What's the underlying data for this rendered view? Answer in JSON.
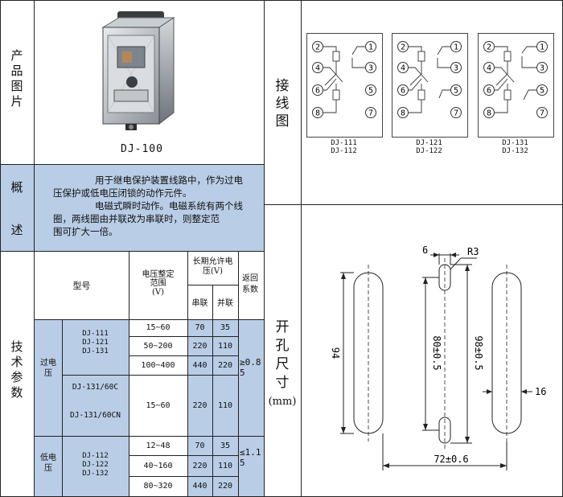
{
  "product": {
    "label": "产品图片",
    "model": "DJ-100"
  },
  "overview": {
    "label_top": "概",
    "label_bottom": "述",
    "line1": "用于继电保护装置线路中，作为过电",
    "line2": "压保护或低电压闭锁的动作元件。",
    "line3": "电磁式瞬时动作。电磁系统有两个线",
    "line4": "圈，两线圈由并联改为串联时，则整定范",
    "line5": "围可扩大一倍。"
  },
  "tech": {
    "label": "技术参数",
    "headers": {
      "model": "型号",
      "range": "电压整定范围",
      "range_unit": "(V)",
      "allow": "长期允许电压(V)",
      "series": "串联",
      "parallel": "并联",
      "return": "返回系数"
    },
    "groups": [
      {
        "name": "过电压",
        "return": "≥0.85"
      },
      {
        "name": "低电压",
        "return": "≤1.15"
      }
    ],
    "models": {
      "over_a": [
        "DJ-111",
        "DJ-121",
        "DJ-131"
      ],
      "over_b": [
        "DJ-131/60C",
        "DJ-131/60CN"
      ],
      "under": [
        "DJ-112",
        "DJ-122",
        "DJ-132"
      ]
    },
    "rows": [
      {
        "range": "15~60",
        "series": "70",
        "parallel": "35"
      },
      {
        "range": "50~200",
        "series": "220",
        "parallel": "110"
      },
      {
        "range": "100~400",
        "series": "440",
        "parallel": "220"
      },
      {
        "range": "15~60",
        "series": "220",
        "parallel": "110"
      },
      {
        "range": "12~48",
        "series": "70",
        "parallel": "35"
      },
      {
        "range": "40~160",
        "series": "220",
        "parallel": "110"
      },
      {
        "range": "80~320",
        "series": "440",
        "parallel": "220"
      }
    ]
  },
  "wiring": {
    "label": "接线图",
    "diagrams": [
      {
        "caption1": "DJ-111",
        "caption2": "DJ-112"
      },
      {
        "caption1": "DJ-121",
        "caption2": "DJ-122"
      },
      {
        "caption1": "DJ-131",
        "caption2": "DJ-132"
      }
    ],
    "terminals": [
      "1",
      "2",
      "3",
      "4",
      "5",
      "6",
      "7",
      "8"
    ]
  },
  "cutout": {
    "label": "开孔尺寸",
    "unit": "(mm)",
    "dims": {
      "slot_width": "6",
      "radius": "R3",
      "height": "94",
      "inner": "80±0.5",
      "outer": "98±0.5",
      "spacing": "72±0.6",
      "side": "16"
    }
  },
  "colors": {
    "band": "#b9cde6",
    "line": "#222222"
  }
}
